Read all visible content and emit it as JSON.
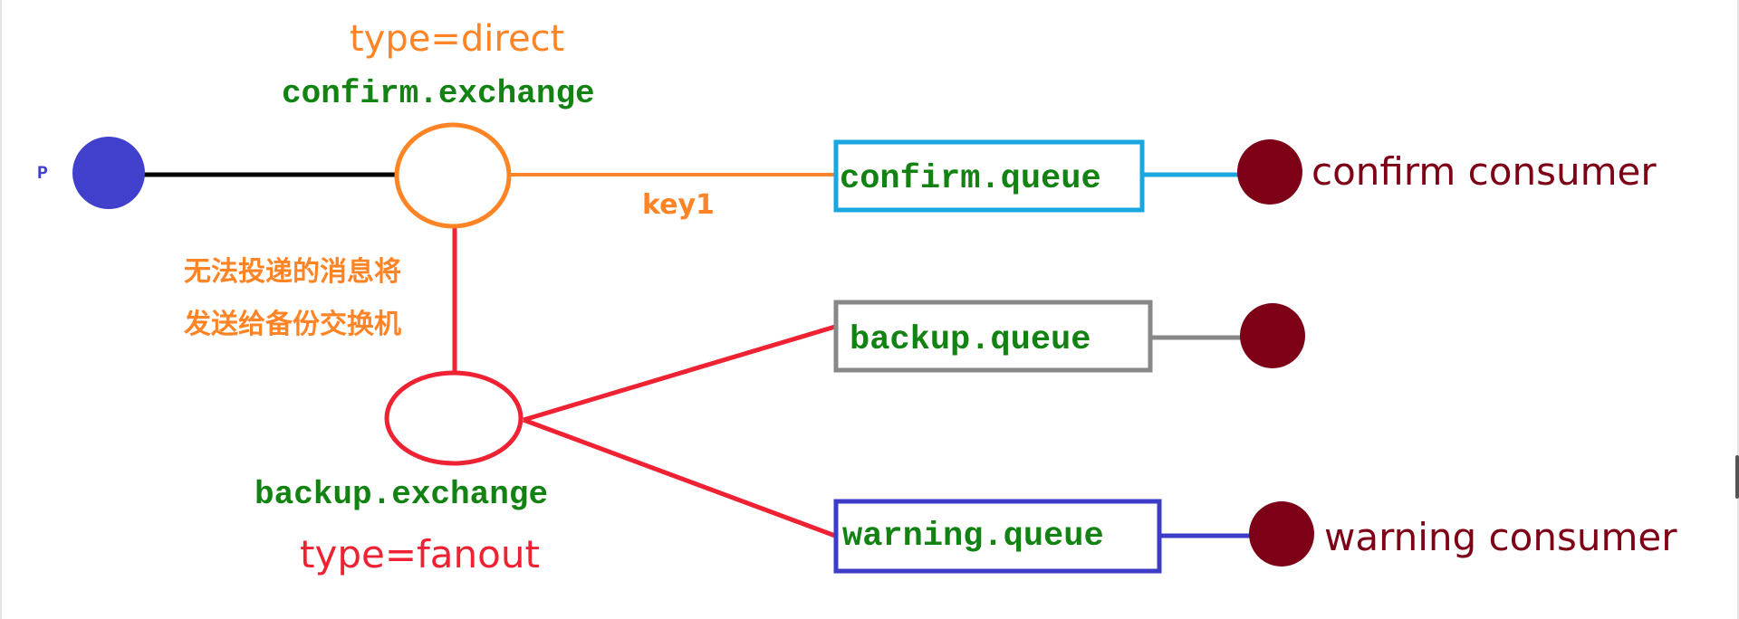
{
  "producer": {
    "label": "P"
  },
  "confirm_exchange": {
    "type_label": "type=direct",
    "name": "confirm.exchange",
    "routing_key": "key1"
  },
  "backup_note": {
    "line1": "无法投递的消息将",
    "line2": "发送给备份交换机"
  },
  "backup_exchange": {
    "name": "backup.exchange",
    "type_label": "type=fanout"
  },
  "queues": {
    "confirm": "confirm.queue",
    "backup": "backup.queue",
    "warning": "warning.queue"
  },
  "consumers": {
    "confirm": "confirm consumer",
    "warning": "warning consumer"
  },
  "colors": {
    "producer": "#4040cc",
    "confirm_exchange": "#ff8426",
    "backup_exchange": "#ee2233",
    "exchange_name_text": "#128212",
    "confirm_queue_border": "#1aa6df",
    "backup_queue_border": "#888888",
    "warning_queue_border": "#3c3cc8",
    "consumer": "#7d0016",
    "consumer_text": "#7d0016"
  }
}
